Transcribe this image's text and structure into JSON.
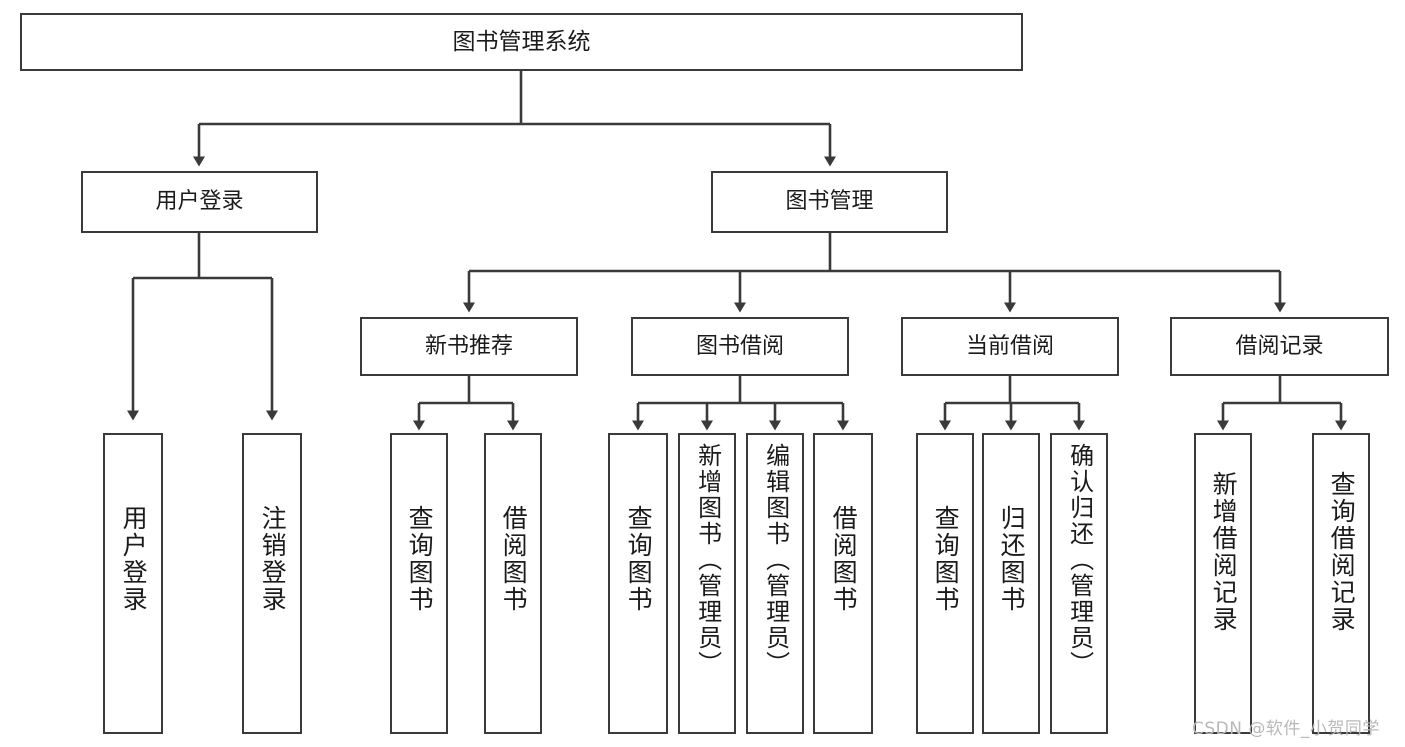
{
  "diagram": {
    "title": "图书管理系统",
    "type": "hierarchy-tree",
    "root": {
      "label": "图书管理系统"
    },
    "level1": [
      {
        "label": "用户登录"
      },
      {
        "label": "图书管理"
      }
    ],
    "level2": [
      {
        "label": "新书推荐"
      },
      {
        "label": "图书借阅"
      },
      {
        "label": "当前借阅"
      },
      {
        "label": "借阅记录"
      }
    ],
    "leaves": {
      "user_login": [
        {
          "label": "用户登录"
        },
        {
          "label": "注销登录"
        }
      ],
      "new_book_recommend": [
        {
          "label": "查询图书"
        },
        {
          "label": "借阅图书"
        }
      ],
      "book_borrow": [
        {
          "label": "查询图书"
        },
        {
          "label": "新增图书（管理员）"
        },
        {
          "label": "编辑图书（管理员）"
        },
        {
          "label": "借阅图书"
        }
      ],
      "current_borrow": [
        {
          "label": "查询图书"
        },
        {
          "label": "归还图书"
        },
        {
          "label": "确认归还（管理员）"
        }
      ],
      "borrow_record": [
        {
          "label": "新增借阅记录"
        },
        {
          "label": "查询借阅记录"
        }
      ]
    }
  },
  "watermark": {
    "text": "CSDN @软件_小贺同学"
  },
  "colors": {
    "box_border": "#3a3a3a",
    "box_fill": "#ffffff",
    "text": "#1b1b1b",
    "edge": "#3a3a3a",
    "watermark": "#b9b9b9"
  }
}
